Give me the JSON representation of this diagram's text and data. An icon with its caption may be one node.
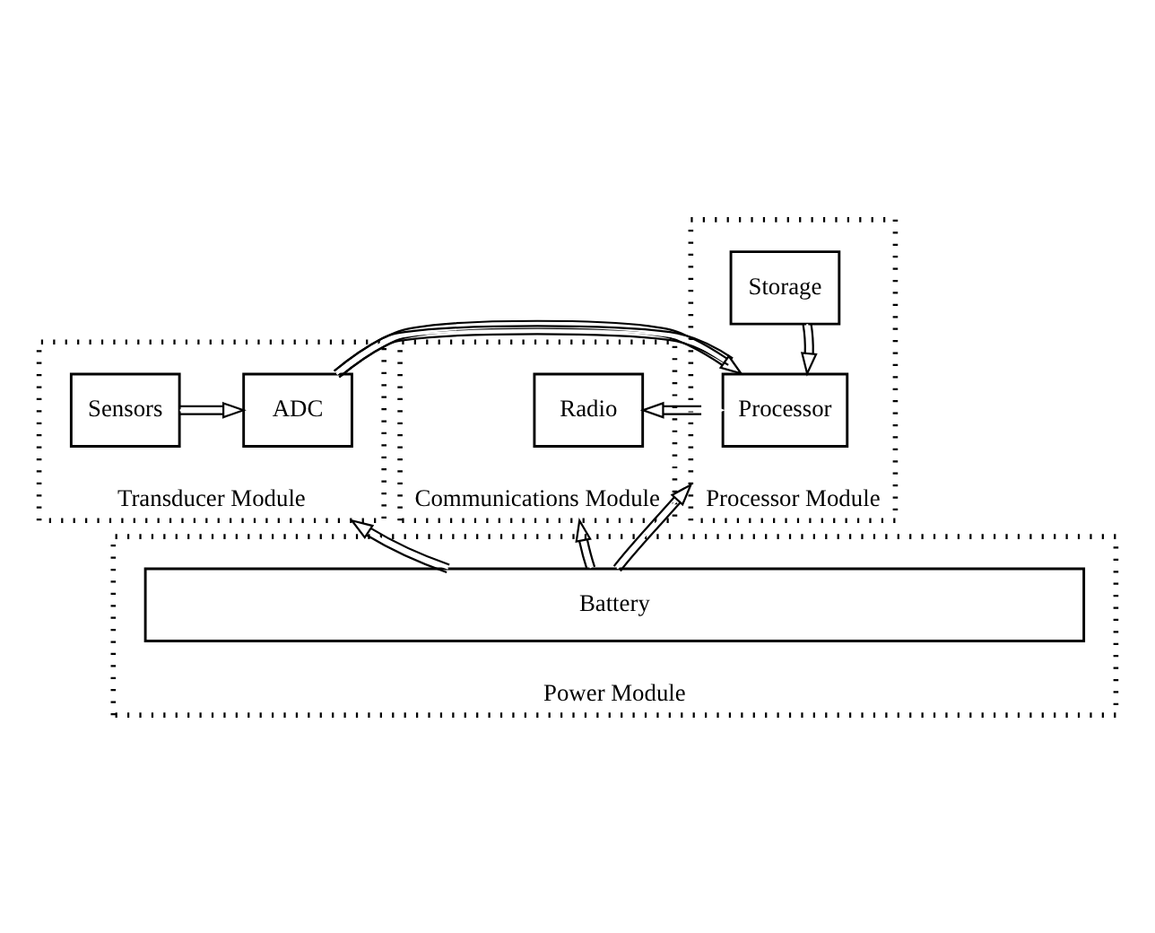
{
  "diagram": {
    "nodes": [
      {
        "text": [
          "Transducer Module"
        ]
      },
      {
        "text": [
          "Sensors"
        ],
        "in": 0
      },
      {
        "text": [
          "ADC"
        ],
        "in": 0
      },
      {
        "text": [
          "Processor Module"
        ]
      },
      {
        "text": [
          "Storage"
        ],
        "in": 3
      },
      {
        "text": [
          "Processor"
        ],
        "in": 3
      },
      {
        "text": [
          "Communications Module"
        ]
      },
      {
        "text": [
          "Radio"
        ],
        "in": 6
      },
      {
        "text": [
          "Power Module"
        ]
      },
      {
        "text": [
          "Battery"
        ],
        "in": 8
      }
    ],
    "edges": [
      {
        "from": 1,
        "to": 2,
        "arrow": "to"
      },
      {
        "from": 2,
        "to": 5,
        "arrow": "to"
      },
      {
        "from": 4,
        "to": 5,
        "arrow": "to"
      },
      {
        "from": 5,
        "to": 7,
        "arrow": "both"
      },
      {
        "from": 9,
        "to": 0,
        "arrow": "to"
      },
      {
        "from": 9,
        "to": 3,
        "arrow": "to"
      },
      {
        "from": 9,
        "to": 6,
        "arrow": "to"
      }
    ]
  }
}
